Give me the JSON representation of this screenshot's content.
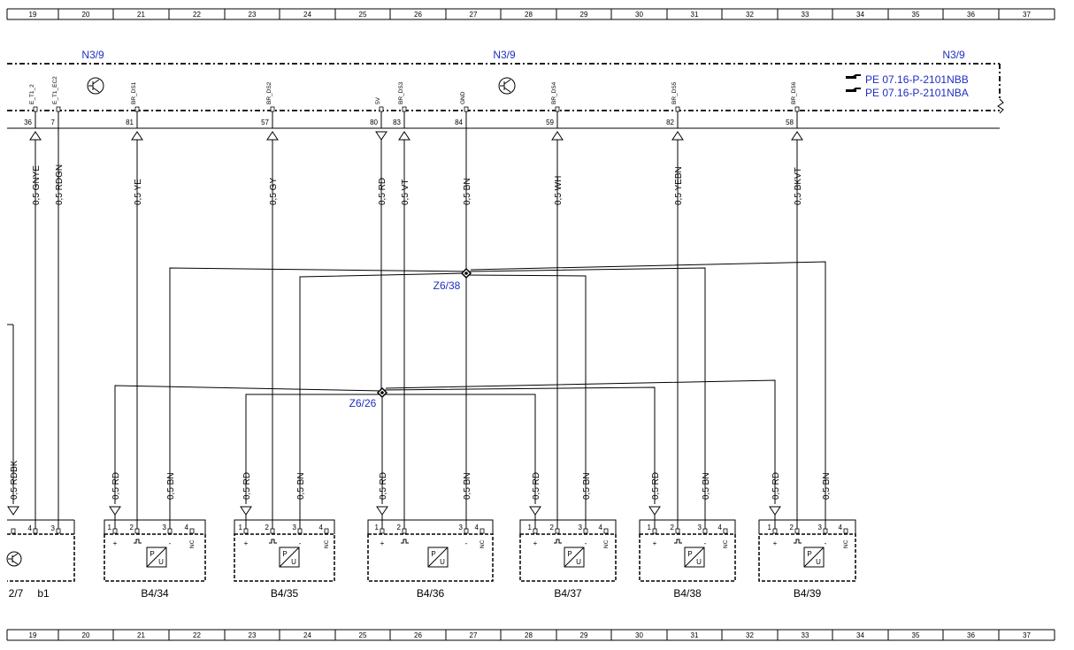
{
  "grid_columns": [
    "19",
    "20",
    "21",
    "22",
    "23",
    "24",
    "25",
    "26",
    "27",
    "28",
    "29",
    "30",
    "31",
    "32",
    "33",
    "34",
    "35",
    "36",
    "37"
  ],
  "n39_label": "N3/9",
  "pe_refs": [
    "PE 07.16-P-2101NBB",
    "PE 07.16-P-2101NBA"
  ],
  "top_pins": [
    {
      "name": "E_T1_2",
      "num": "36",
      "wire": "0,5 GNYE",
      "dir": "up"
    },
    {
      "name": "E_T1_EC2",
      "num": "7",
      "wire": "0,5 RDGN",
      "dir": "none"
    },
    {
      "name": "BR_DS1",
      "num": "81",
      "wire": "0,5 YE",
      "dir": "up"
    },
    {
      "name": "BR_DS2",
      "num": "57",
      "wire": "0,5 GY",
      "dir": "up"
    },
    {
      "name": "5V",
      "num": "80",
      "wire": "0,5 RD",
      "dir": "down"
    },
    {
      "name": "BR_DS3",
      "num": "83",
      "wire": "0,5 VT",
      "dir": "up"
    },
    {
      "name": "GND",
      "num": "84",
      "wire": "0,5 BN",
      "dir": "none"
    },
    {
      "name": "BR_DS4",
      "num": "59",
      "wire": "0,5 WH",
      "dir": "up"
    },
    {
      "name": "BR_DS5",
      "num": "82",
      "wire": "0,5 YEBN",
      "dir": "up"
    },
    {
      "name": "BR_DS6",
      "num": "58",
      "wire": "0,5 BKVT",
      "dir": "up"
    }
  ],
  "splices": [
    "Z6/38",
    "Z6/26"
  ],
  "sensor_wire_labels": {
    "rd": "0,5 RD",
    "bn": "0,5 BN"
  },
  "sensors": [
    {
      "label": "B4/34"
    },
    {
      "label": "B4/35"
    },
    {
      "label": "B4/36"
    },
    {
      "label": "B4/37"
    },
    {
      "label": "B4/38"
    },
    {
      "label": "B4/39"
    }
  ],
  "sensor_pins": [
    "1",
    "2",
    "3",
    "4"
  ],
  "sensor_marks": {
    "plus": "+",
    "minus": "-",
    "nc": "NC",
    "pu_p": "P",
    "pu_u": "U"
  },
  "left_device": {
    "label_main": "2/7",
    "label_sub": "b1",
    "pins": [
      "4",
      "3"
    ],
    "wire": "0,5 RDBK"
  }
}
